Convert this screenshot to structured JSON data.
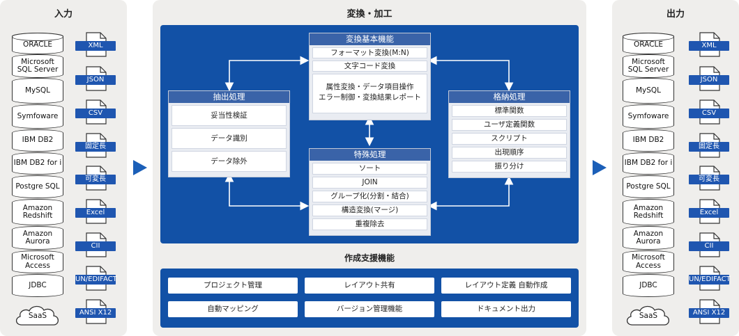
{
  "input": {
    "title": "入力",
    "databases": [
      "ORACLE",
      "Microsoft\nSQL Server",
      "MySQL",
      "Symfoware",
      "IBM DB2",
      "IBM DB2 for i",
      "Postgre SQL",
      "Amazon\nRedshift",
      "Amazon\nAurora",
      "Microsoft\nAccess",
      "JDBC"
    ],
    "cloud": "SaaS",
    "formats": [
      "XML",
      "JSON",
      "CSV",
      "固定長",
      "可変長",
      "Excel",
      "CII",
      "UN/EDIFACT",
      "ANSI X12"
    ]
  },
  "transform": {
    "title": "変換・加工",
    "basic": {
      "title": "変換基本機能",
      "items": [
        "フォーマット変換(M:N)",
        "文字コード変換"
      ],
      "description": [
        "属性変換・データ項目操作",
        "エラー制御・変換結果レポート"
      ]
    },
    "extract": {
      "title": "抽出処理",
      "items": [
        "妥当性検証",
        "データ識別",
        "データ除外"
      ]
    },
    "store": {
      "title": "格納処理",
      "items": [
        "標準関数",
        "ユーザ定義関数",
        "スクリプト",
        "出現順序",
        "振り分け"
      ]
    },
    "special": {
      "title": "特殊処理",
      "items": [
        "ソート",
        "JOIN",
        "グループ化(分割・結合)",
        "構造変換(マージ)",
        "重複除去"
      ]
    },
    "support": {
      "title": "作成支援機能",
      "items": [
        "プロジェクト管理",
        "レイアウト共有",
        "レイアウト定義 自動作成",
        "自動マッピング",
        "バージョン管理機能",
        "ドキュメント出力"
      ]
    }
  },
  "output": {
    "title": "出力",
    "databases": [
      "ORACLE",
      "Microsoft\nSQL Server",
      "MySQL",
      "Symfoware",
      "IBM DB2",
      "IBM DB2 for i",
      "Postgre SQL",
      "Amazon\nRedshift",
      "Amazon\nAurora",
      "Microsoft\nAccess",
      "JDBC"
    ],
    "cloud": "SaaS",
    "formats": [
      "XML",
      "JSON",
      "CSV",
      "固定長",
      "可変長",
      "Excel",
      "CII",
      "UN/EDIFACT",
      "ANSI X12"
    ]
  },
  "colors": {
    "panel": "#efeeec",
    "blue": "#1251a6",
    "card_head": "#3a63a8",
    "label": "#1f56b0",
    "arrow": "#1b5fb8"
  }
}
